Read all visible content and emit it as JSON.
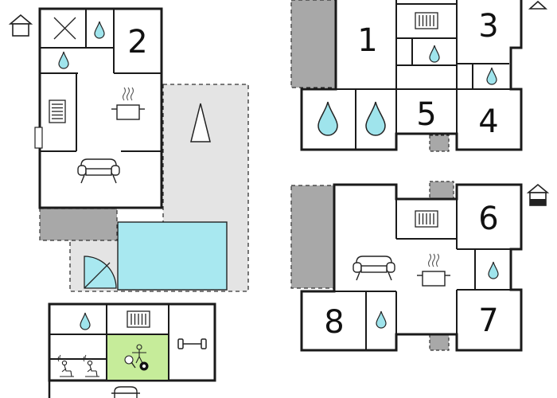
{
  "colors": {
    "wall": "#1a1a1a",
    "outdoor": "#e4e4e4",
    "covered": "#a8a8a8",
    "pool": "#a8e8f0",
    "water": "#9fe4ec",
    "games": "#c6ec9a",
    "icon": "#222222"
  },
  "rooms": {
    "r1": "1",
    "r2": "2",
    "r3": "3",
    "r4": "4",
    "r5": "5",
    "r6": "6",
    "r7": "7",
    "r8": "8"
  },
  "icons": [
    "house-floor-icon",
    "drop-icon",
    "radiator-icon",
    "stove-icon",
    "sofa-icon",
    "compass-north-icon",
    "sauna-icon",
    "ping-pong-icon",
    "billiards-icon",
    "dumbbell-icon",
    "car-icon"
  ]
}
